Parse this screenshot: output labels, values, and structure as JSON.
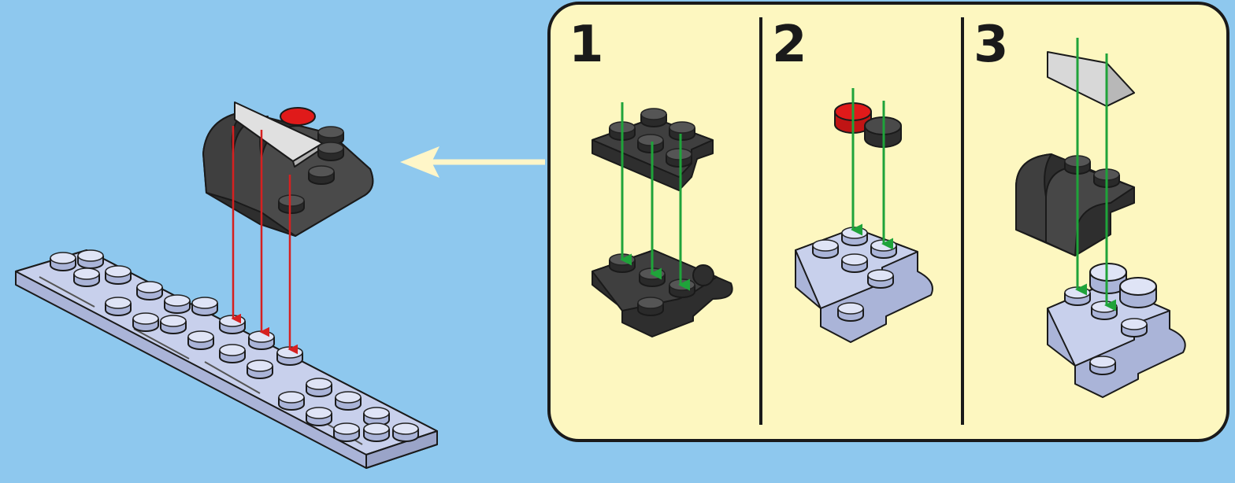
{
  "steps": [
    {
      "number": "1"
    },
    {
      "number": "2"
    },
    {
      "number": "3"
    }
  ],
  "colors": {
    "background": "#8ec8ee",
    "instruction_panel": "#fdf7c0",
    "panel_border": "#1a1a1a",
    "dark_brick": "#3f3f3f",
    "light_brick": "#c8d0ec",
    "red_brick": "#e01a1a",
    "slope_brick": "#d8d8d8",
    "guide_arrow_green": "#1fa33a",
    "placement_arrow_red": "#d62020",
    "pointer_arrow": "#fff6c8"
  },
  "icons": [
    "pointer-arrow-icon",
    "placement-arrow-icon",
    "guide-arrow-icon"
  ]
}
